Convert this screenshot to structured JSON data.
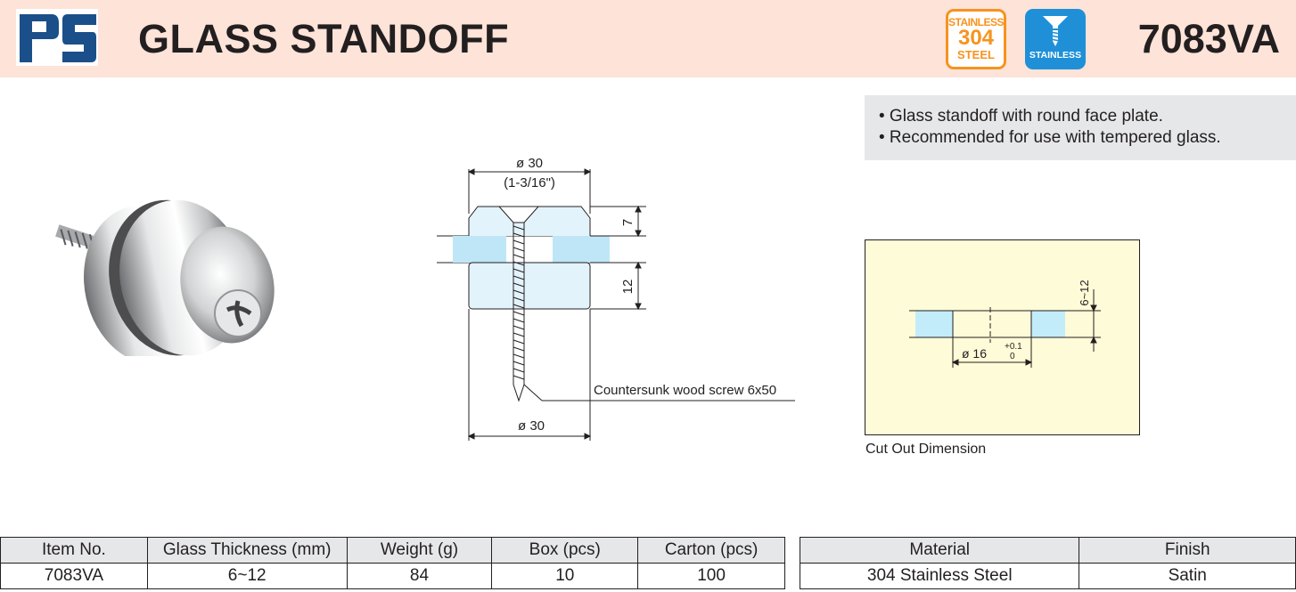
{
  "header": {
    "title": "GLASS STANDOFF",
    "model": "7083VA",
    "badge_steel": {
      "line1": "STAINLESS",
      "line2": "304",
      "line3": "STEEL"
    },
    "badge_stainless": "STAINLESS",
    "colors": {
      "header_bg": "#fde3d8",
      "logo_blue": "#1b4f8a",
      "badge_orange": "#f7931e",
      "badge_blue": "#1f90d8"
    }
  },
  "notes": [
    "• Glass standoff with round face plate.",
    "• Recommended for use with tempered glass."
  ],
  "drawing": {
    "top_diameter": "ø 30",
    "top_diameter_inch": "(1-3/16\")",
    "cap_height": "7",
    "base_height": "12",
    "screw_label": "Countersunk wood screw 6x50",
    "bottom_diameter": "ø 30"
  },
  "cutout": {
    "thickness": "6~12",
    "hole": "ø 16",
    "tol_plus": "+0.1",
    "tol_zero": "0",
    "label": "Cut Out Dimension"
  },
  "spec_table": {
    "headers": [
      "Item No.",
      "Glass Thickness (mm)",
      "Weight (g)",
      "Box (pcs)",
      "Carton (pcs)"
    ],
    "row": [
      "7083VA",
      "6~12",
      "84",
      "10",
      "100"
    ]
  },
  "finish_table": {
    "headers": [
      "Material",
      "Finish"
    ],
    "row": [
      "304 Stainless Steel",
      "Satin"
    ]
  }
}
